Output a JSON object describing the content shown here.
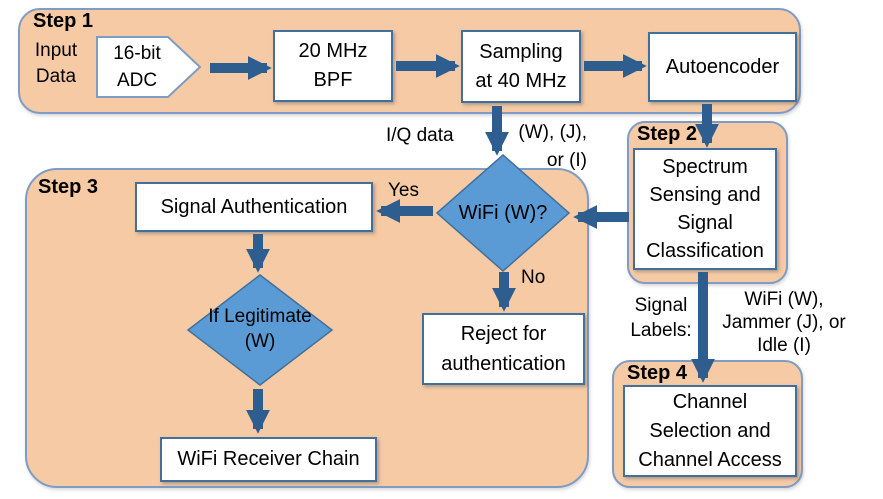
{
  "containers": {
    "step1": {
      "label": "Step 1"
    },
    "step2": {
      "label": "Step 2"
    },
    "step3": {
      "label": "Step 3"
    },
    "step4": {
      "label": "Step 4"
    }
  },
  "nodes": {
    "input_data": {
      "lines": [
        "Input",
        "Data"
      ]
    },
    "adc": {
      "lines": [
        "16-bit",
        "ADC"
      ]
    },
    "bpf": {
      "lines": [
        "20 MHz",
        "BPF"
      ]
    },
    "sampling": {
      "lines": [
        "Sampling",
        "at 40 MHz"
      ]
    },
    "autoencoder": {
      "label": "Autoencoder"
    },
    "spectrum": {
      "lines": [
        "Spectrum",
        "Sensing and",
        "Signal",
        "Classification"
      ]
    },
    "wifi_decision": {
      "label": "WiFi (W)?"
    },
    "signal_auth": {
      "label": "Signal Authentication"
    },
    "legitimate": {
      "lines": [
        "If Legitimate",
        "(W)"
      ]
    },
    "wifi_receiver": {
      "label": "WiFi Receiver Chain"
    },
    "reject": {
      "lines": [
        "Reject for",
        "authentication"
      ]
    },
    "channel": {
      "lines": [
        "Channel",
        "Selection and",
        "Channel Access"
      ]
    }
  },
  "edge_labels": {
    "iq_data": "I/Q data",
    "wji": {
      "lines": [
        "(W), (J),",
        "or (I)"
      ]
    },
    "yes": "Yes",
    "no": "No",
    "signal_labels": {
      "lines": [
        "Signal",
        "Labels:"
      ]
    },
    "classification_outputs": {
      "lines": [
        "WiFi (W),",
        "Jammer (J), or",
        "Idle (I)"
      ]
    }
  },
  "colors": {
    "container_fill": "#F5CAA5",
    "container_border": "#7E9CC4",
    "box_border": "#456F9B",
    "diamond_fill": "#5B9BD5",
    "diamond_border": "#41719C",
    "arrow": "#2E5E90",
    "text": "#000000"
  }
}
